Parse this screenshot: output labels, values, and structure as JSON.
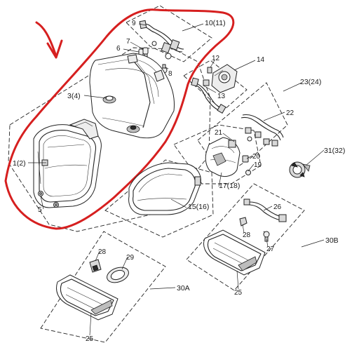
{
  "labels": {
    "l9": "9",
    "l10_11": "10(11)",
    "l7": "7",
    "l6": "6",
    "l8": "8",
    "l12": "12",
    "l14": "14",
    "l13": "13",
    "l3_4": "3(4)",
    "l23_24": "23(24)",
    "l22": "22",
    "l21": "21",
    "l1_2": "1(2)",
    "l20": "20",
    "l19": "19",
    "l31_32": "31(32)",
    "l17_18": "17(18)",
    "l15_16": "15(16)",
    "l5": "5",
    "l26": "26",
    "l28b": "28",
    "l27": "27",
    "l30b": "30B",
    "l28a": "28",
    "l29": "29",
    "l30a": "30A",
    "l25a": "25",
    "l25b": "25"
  },
  "colors": {
    "highlight": "#d61f1f",
    "line": "#222222"
  }
}
